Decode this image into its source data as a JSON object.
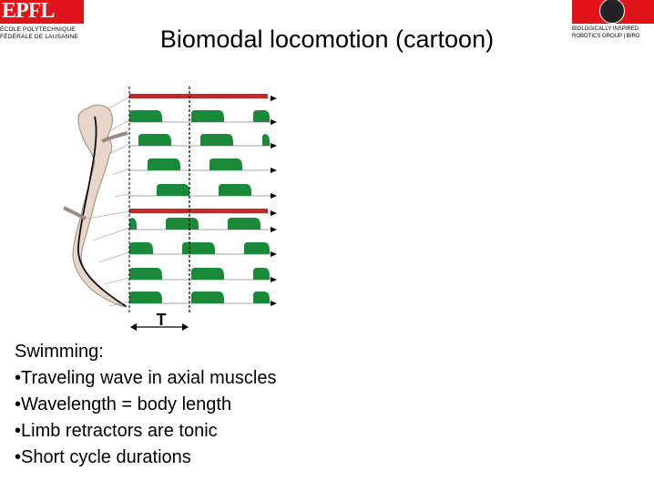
{
  "logos": {
    "left": {
      "wordmark": "EPFL",
      "line1": "ÉCOLE POLYTECHNIQUE",
      "line2": "FÉDÉRALE DE LAUSANNE"
    },
    "right": {
      "line1": "BIOLOGICALLY INSPIRED",
      "line2": "ROBOTICS GROUP | BIRG"
    }
  },
  "title": "Biomodal locomotion (cartoon)",
  "diagram": {
    "period_label": "T",
    "limb_color": "#c8282a",
    "axial_color": "#1a8a3a",
    "body_color": "#e8d6c8"
  },
  "notes": {
    "heading": "Swimming:",
    "items": [
      "•Traveling wave in axial muscles",
      "•Wavelength = body length",
      "•Limb retractors are tonic",
      "•Short cycle durations"
    ]
  }
}
